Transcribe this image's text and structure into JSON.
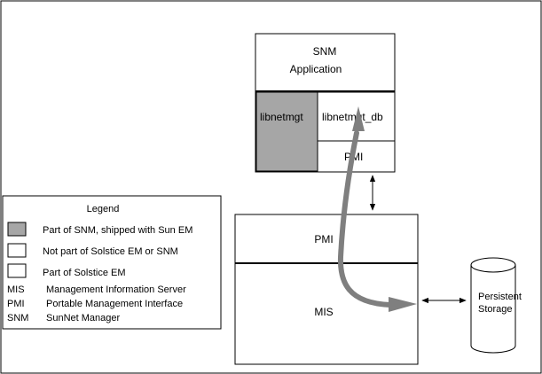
{
  "snm": {
    "title": "SNM",
    "subtitle": "Application",
    "libnetmgt": "libnetmgt",
    "libnetmgt_db": "libnetmgt_db",
    "pmi": "PMI"
  },
  "mis": {
    "pmi": "PMI",
    "name": "MIS"
  },
  "storage": {
    "line1": "Persistent",
    "line2": "Storage"
  },
  "legend": {
    "title": "Legend",
    "swatches": [
      {
        "label": "Part of SNM, shipped with Sun EM",
        "fill": "#a6a6a6"
      },
      {
        "label": "Not part of Solstice EM or SNM",
        "fill": "#ffffff"
      },
      {
        "label": "Part of Solstice EM",
        "fill": "#ffffff"
      }
    ],
    "abbreviations": [
      {
        "abbr": "MIS",
        "meaning": "Management Information Server"
      },
      {
        "abbr": "PMI",
        "meaning": "Portable Management Interface"
      },
      {
        "abbr": "SNM",
        "meaning": "SunNet Manager"
      }
    ]
  },
  "colors": {
    "shaded": "#a6a6a6",
    "flow_arrow": "#7f7f7f"
  }
}
